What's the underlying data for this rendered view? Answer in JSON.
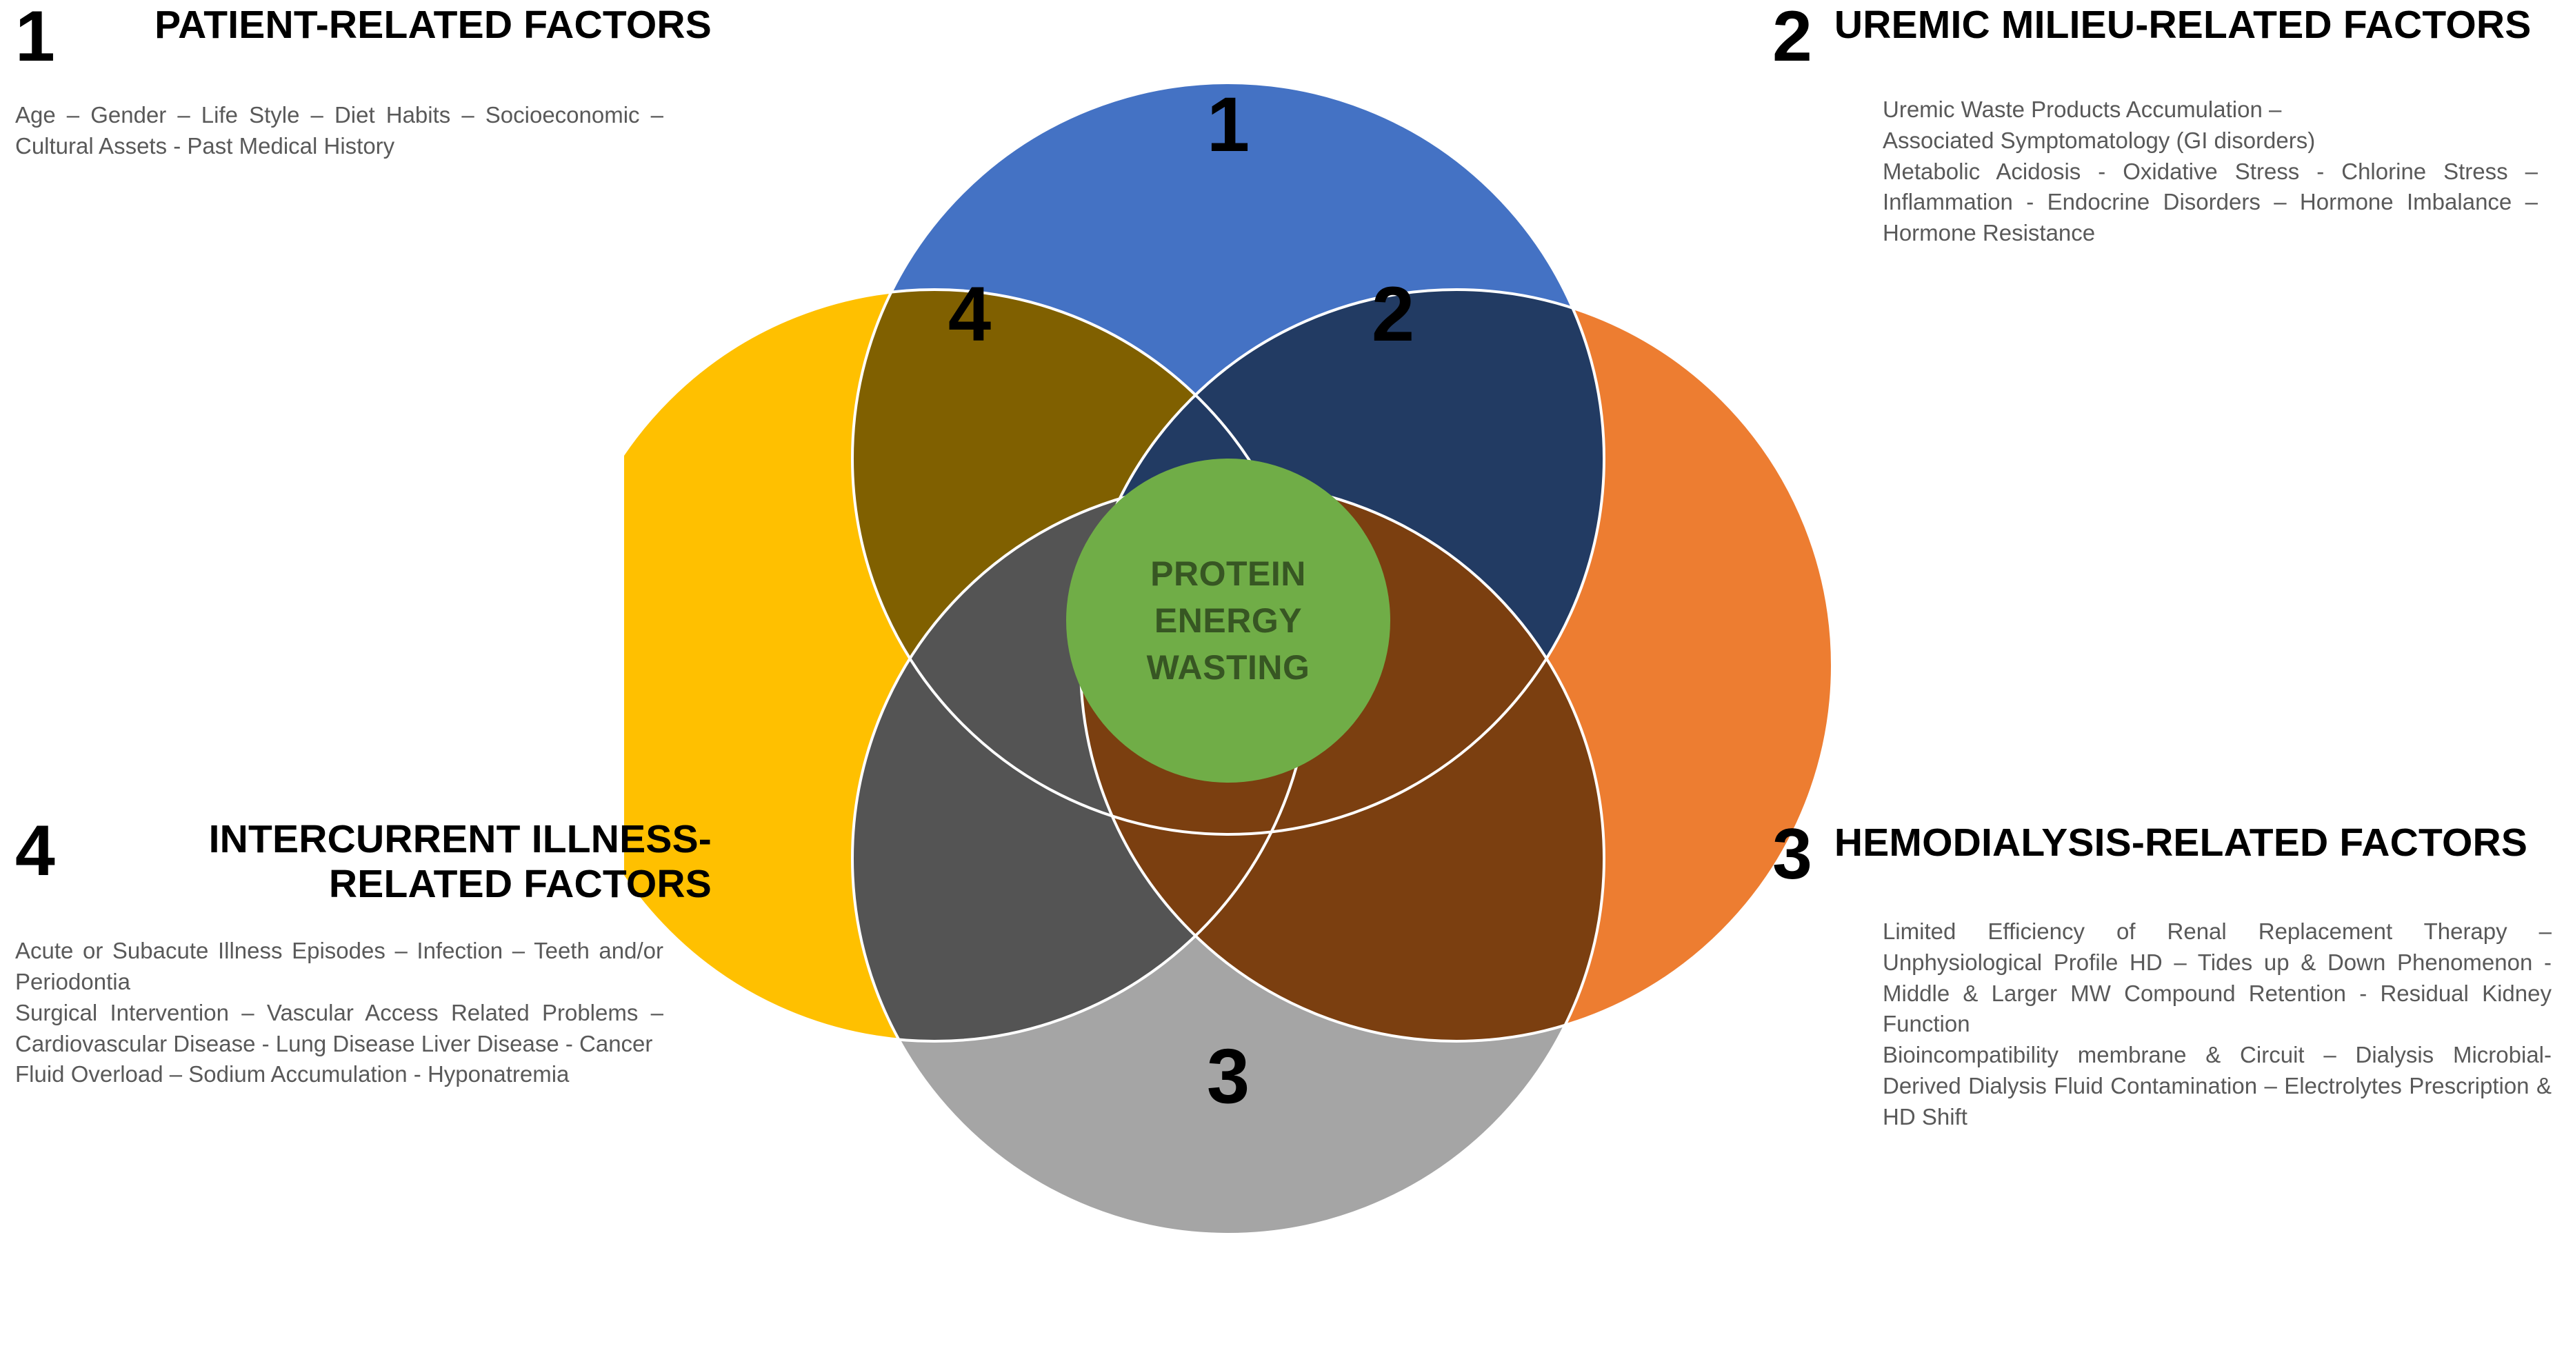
{
  "diagram": {
    "type": "venn-4-circle",
    "center_label_lines": [
      "PROTEIN",
      "ENERGY",
      "WASTING"
    ],
    "colors": {
      "lobe_1_blue": "#4472C4",
      "lobe_2_orange": "#ED7D31",
      "lobe_3_gray": "#A5A5A5",
      "lobe_4_yellow": "#FFC000",
      "center_green": "#70AD47",
      "center_text": "#375623",
      "overlap_blue_yellow_olive": "#806000",
      "overlap_blue_orange_navy": "#223B63",
      "overlap_yellow_gray_darkgray": "#545454",
      "overlap_orange_gray_brown": "#7B3F10",
      "body_text": "#595959",
      "heading_text": "#000000"
    },
    "lobes": [
      {
        "id": "lobe-1",
        "number": "1",
        "name": "patient-related-factors"
      },
      {
        "id": "lobe-2",
        "number": "2",
        "name": "uremic-milieu-related-factors"
      },
      {
        "id": "lobe-3",
        "number": "3",
        "name": "hemodialysis-related-factors"
      },
      {
        "id": "lobe-4",
        "number": "4",
        "name": "intercurrent-illness-related-factors"
      }
    ]
  },
  "blocks": {
    "block1": {
      "number": "1",
      "title": "PATIENT-RELATED FACTORS",
      "body": "Age – Gender – Life Style – Diet Habits – Socioeconomic – Cultural Assets  -  Past Medical History"
    },
    "block2": {
      "number": "2",
      "title": "UREMIC MILIEU-RELATED FACTORS",
      "body_lines": [
        "Uremic Waste Products Accumulation –",
        "Associated Symptomatology (GI disorders)",
        "Metabolic Acidosis - Oxidative Stress - Chlorine Stress – Inflammation - Endocrine Disorders – Hormone Imbalance – Hormone Resistance"
      ]
    },
    "block3": {
      "number": "3",
      "title": "HEMODIALYSIS-RELATED FACTORS",
      "body_lines": [
        "Limited Efficiency of Renal Replacement Therapy – Unphysiological Profile HD – Tides up & Down Phenomenon - Middle & Larger MW Compound Retention  - Residual Kidney Function",
        "Bioincompatibility membrane & Circuit – Dialysis Microbial-Derived Dialysis Fluid Contamination – Electrolytes  Prescription & HD Shift"
      ]
    },
    "block4": {
      "number": "4",
      "title": "INTERCURRENT ILLNESS-RELATED FACTORS",
      "body_lines": [
        "Acute or Subacute Illness Episodes – Infection – Teeth and/or Periodontia",
        "Surgical  Intervention – Vascular Access Related Problems – Cardiovascular Disease - Lung Disease Liver Disease - Cancer",
        "Fluid Overload – Sodium Accumulation   -  Hyponatremia"
      ]
    }
  }
}
